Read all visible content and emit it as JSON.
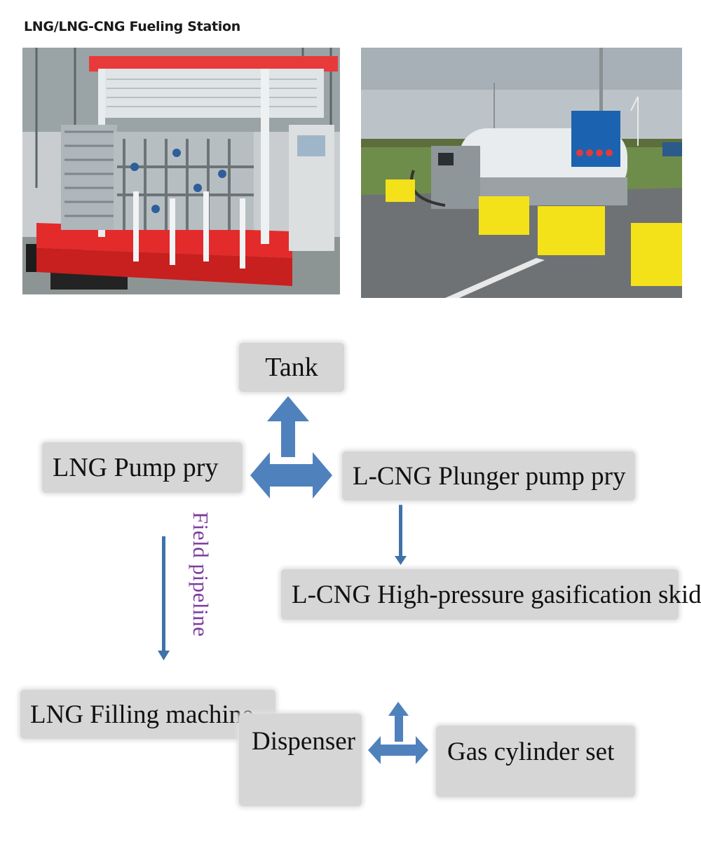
{
  "page_title": "LNG/LNG-CNG Fueling Station",
  "photos": {
    "left": "lng-skid-equipment-photo",
    "right": "outdoor-lng-station-photo"
  },
  "nodes": {
    "tank": "Tank",
    "lng_pump_pry": "LNG Pump pry",
    "lcng_plunger_pump_pry": "L-CNG Plunger pump pry",
    "lcng_gasification_skid": "L-CNG High-pressure gasification skid",
    "lng_filling_machine": "LNG Filling machine",
    "dispenser": "Dispenser",
    "gas_cylinder_set": "Gas cylinder set"
  },
  "edge_label": "Field pipeline",
  "colors": {
    "arrow": "#4f81bd",
    "arrow_thin": "#3f72aa",
    "box": "#d6d6d6",
    "edge_label": "#7b3aa0",
    "frame_red": "#e32b2b",
    "sign_blue": "#1b63b0",
    "barrier_yellow": "#f3e21a"
  }
}
